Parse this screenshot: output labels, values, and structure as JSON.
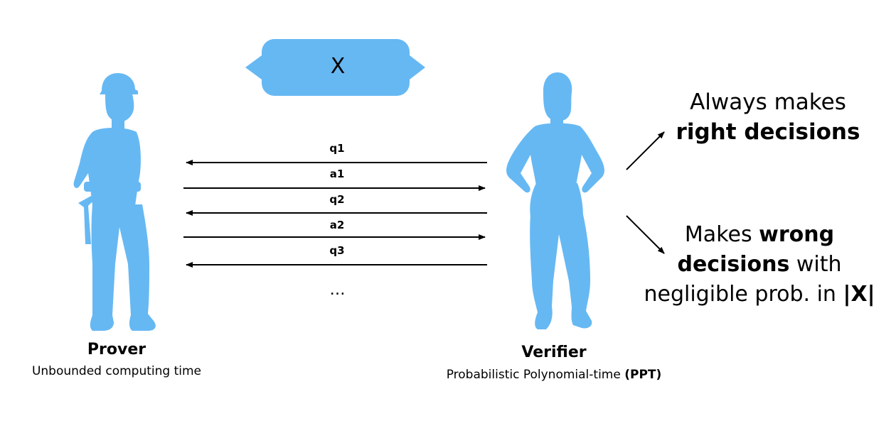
{
  "statement": {
    "label": "X"
  },
  "colors": {
    "figure": "#66B8F3",
    "arrow": "#000000"
  },
  "messages": [
    {
      "label": "q1",
      "direction": "verifier-to-prover"
    },
    {
      "label": "a1",
      "direction": "prover-to-verifier"
    },
    {
      "label": "q2",
      "direction": "verifier-to-prover"
    },
    {
      "label": "a2",
      "direction": "prover-to-verifier"
    },
    {
      "label": "q3",
      "direction": "verifier-to-prover"
    }
  ],
  "ellipsis": "…",
  "prover": {
    "name": "Prover",
    "description": "Unbounded computing time"
  },
  "verifier": {
    "name": "Verifier",
    "description_plain": "Probabilistic Polynomial-time ",
    "description_bold": "(PPT)"
  },
  "outcomes": {
    "right": {
      "line1": "Always makes",
      "line2_bold": "right decisions"
    },
    "wrong": {
      "line1_plain": "Makes ",
      "line1_bold": "wrong",
      "line2_bold": "decisions",
      "line2_plain": " with",
      "line3_plain": "negligible prob. in ",
      "line3_bold": "|X|"
    }
  }
}
